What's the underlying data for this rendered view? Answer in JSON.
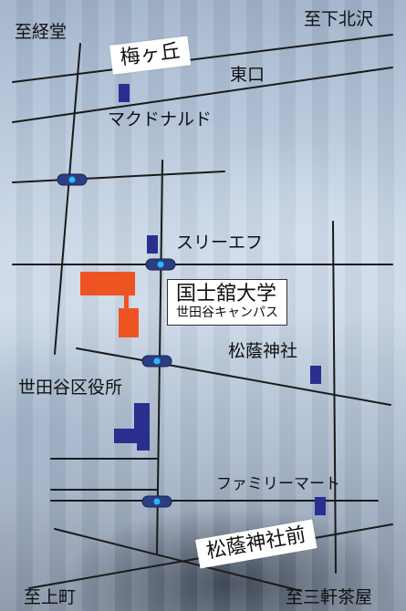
{
  "map": {
    "directions": {
      "kyodo": "至経堂",
      "shimokitazawa": "至下北沢",
      "kamimachi": "至上町",
      "sangenjaya": "至三軒茶屋"
    },
    "stations": {
      "umegaoka": "梅ヶ丘",
      "shoin_jinja_mae": "松蔭神社前"
    },
    "exits": {
      "east": "東口"
    },
    "landmarks": {
      "mcdonalds": "マクドナルド",
      "three_f": "スリーエフ",
      "shoin_jinja": "松蔭神社",
      "ward_office": "世田谷区役所",
      "family_mart": "ファミリーマート"
    },
    "university": {
      "name": "国士舘大学",
      "campus": "世田谷キャンパス"
    },
    "colors": {
      "road": "#1a1a1a",
      "building_blue": "#2a2e8f",
      "campus_orange": "#ee5422",
      "signal_dark": "#2c3e82",
      "signal_light": "#29b8ff"
    }
  }
}
